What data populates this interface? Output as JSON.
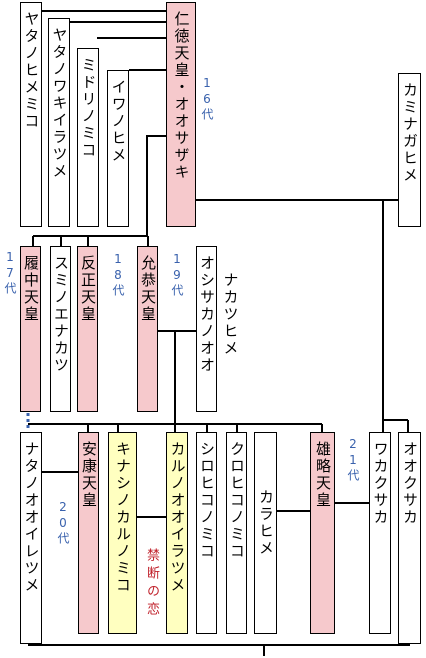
{
  "people": {
    "yatanohimemiko": "ヤタノヒメミコ",
    "yatanowakiiratsume": "ヤタノワキイラツメ",
    "midorinomiko": "ミドリノミコ",
    "iwanohime": "イワノヒメ",
    "nintoku": "仁徳天皇・オオサザキ",
    "kaminagahime": "カミナガヒメ",
    "richu": "履中天皇",
    "suminoenakatsu": "スミノエナカツ",
    "hanzei": "反正天皇",
    "ingyo": "允恭天皇",
    "oshisakanooo": "オシサカノオオ",
    "nakatsuhime": "ナカツヒメ",
    "natanooiratsume": "ナタノオオイレツメ",
    "anko": "安康天皇",
    "kinashinokaru": "キナシノカルノミコ",
    "karunooiratsume": "カルノオオイラツメ",
    "shirohikonomiko": "シロヒコノミコ",
    "kurohikonomiko": "クロヒコノミコ",
    "karahime": "カラヒメ",
    "yuryaku": "雄略天皇",
    "wakakusaka": "ワカクサカ",
    "ookusaka": "オオクサカ"
  },
  "labels": {
    "gen16": "16代",
    "gen17": "17代",
    "gen18": "18代",
    "gen19": "19代",
    "gen20": "20代",
    "gen21": "21代",
    "forbidden": "禁断の恋"
  }
}
